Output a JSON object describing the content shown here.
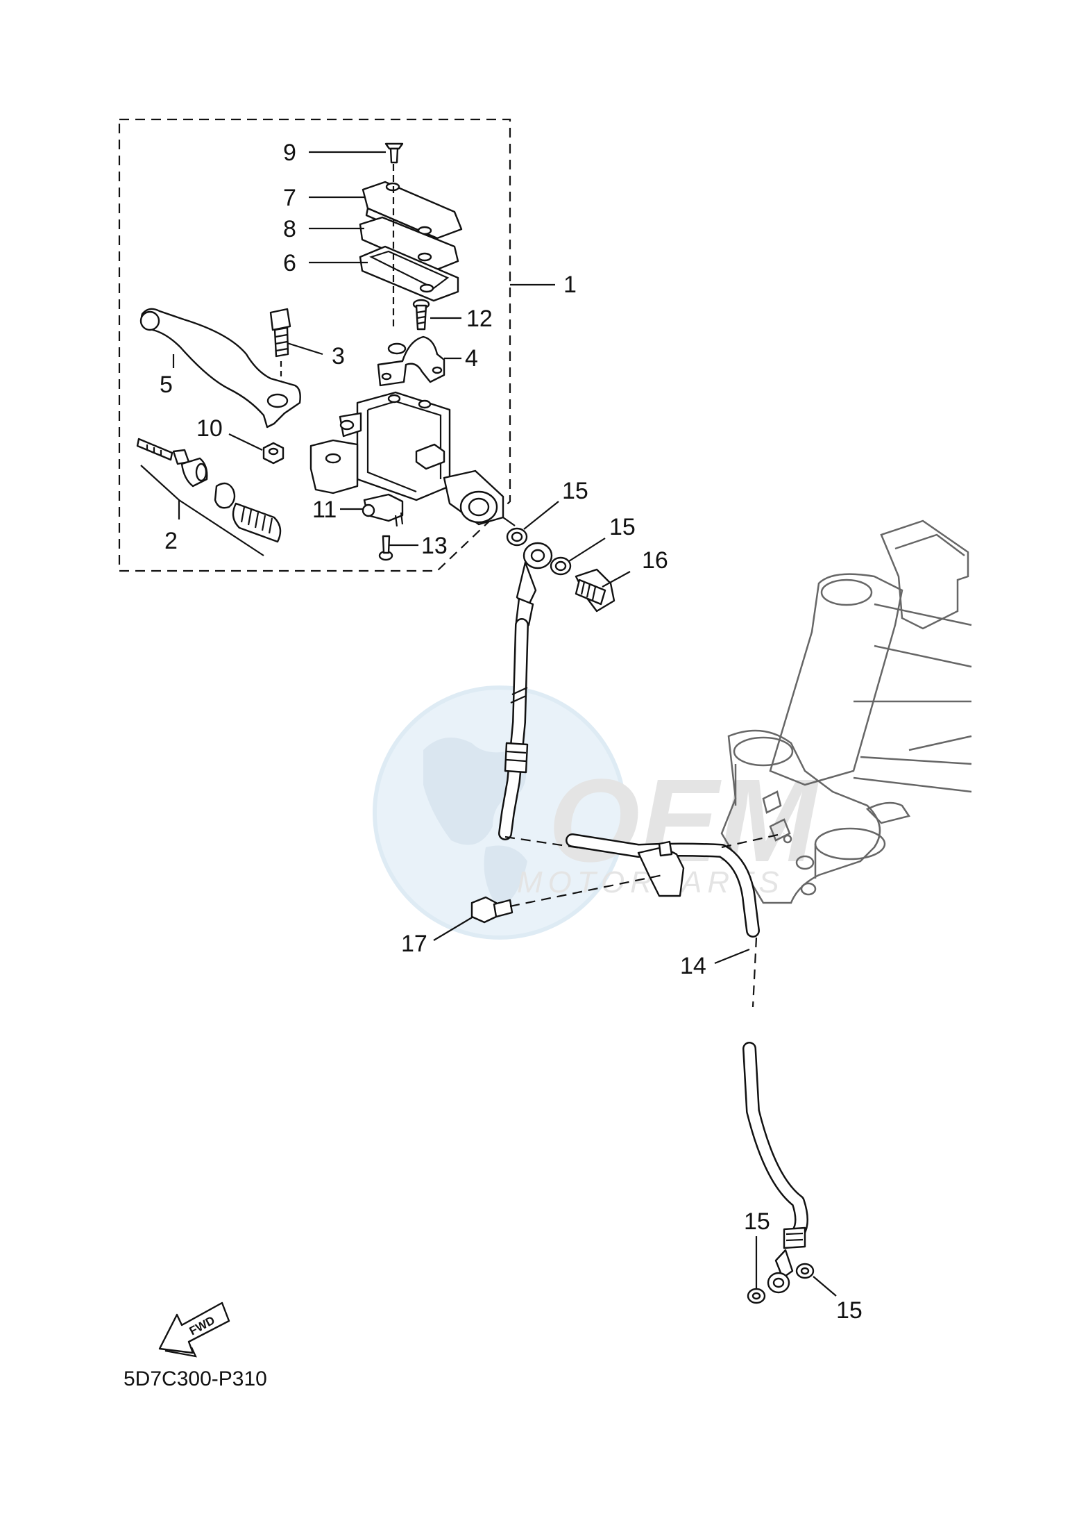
{
  "diagram_code": "5D7C300-P310",
  "fwd_label": "FWD",
  "watermark": {
    "brand": "OEM",
    "sub": "MOTORPARTS"
  },
  "callouts": {
    "c1": "1",
    "c2": "2",
    "c3": "3",
    "c4": "4",
    "c5": "5",
    "c6": "6",
    "c7": "7",
    "c8": "8",
    "c9": "9",
    "c10": "10",
    "c11": "11",
    "c12": "12",
    "c13": "13",
    "c14": "14",
    "c15a": "15",
    "c15b": "15",
    "c15c": "15",
    "c15d": "15",
    "c16": "16",
    "c17": "17"
  }
}
